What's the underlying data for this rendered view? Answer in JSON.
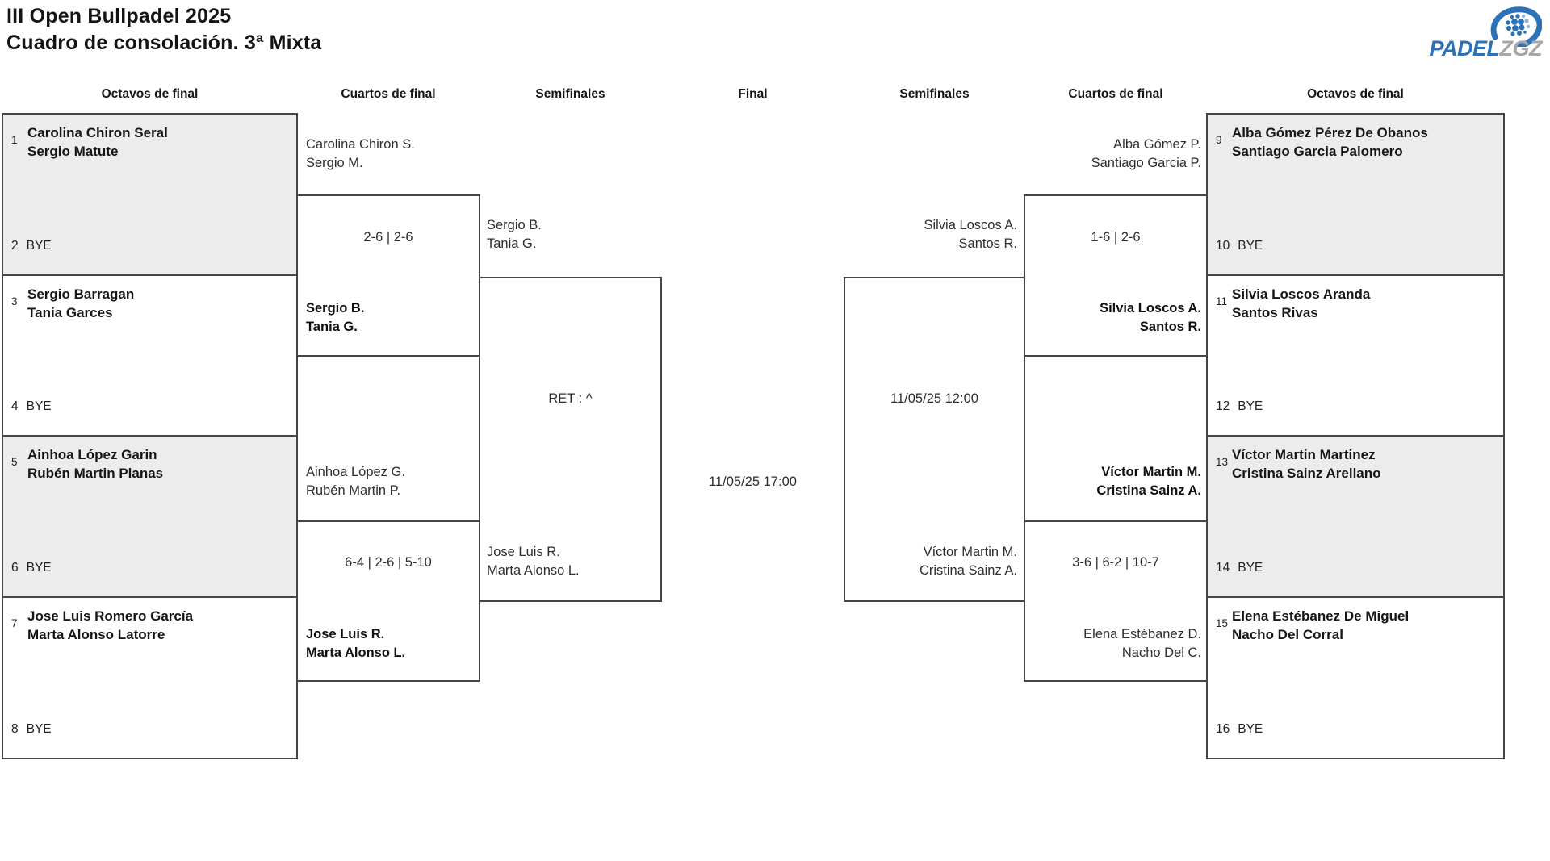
{
  "page": {
    "title": "III Open Bullpadel 2025",
    "subtitle": "Cuadro de consolación. 3ª Mixta"
  },
  "logo": {
    "padel": "PADEL",
    "zgz": "ZGZ"
  },
  "colors": {
    "accent_blue": "#2b72b8",
    "logo_gray": "#a7a7a7",
    "shaded_box": "#ececec",
    "border": "#454545"
  },
  "round_headers": {
    "left_r16": "Octavos de final",
    "left_qf": "Cuartos de final",
    "left_sf": "Semifinales",
    "final": "Final",
    "right_sf": "Semifinales",
    "right_qf": "Cuartos de final",
    "right_r16": "Octavos de final"
  },
  "octavos_left": [
    {
      "seed": "1",
      "player1": "Carolina Chiron Seral",
      "player2": "Sergio Matute",
      "opp_seed": "2",
      "opp": "BYE"
    },
    {
      "seed": "3",
      "player1": "Sergio Barragan",
      "player2": "Tania Garces",
      "opp_seed": "4",
      "opp": "BYE"
    },
    {
      "seed": "5",
      "player1": "Ainhoa López Garin",
      "player2": "Rubén Martin Planas",
      "opp_seed": "6",
      "opp": "BYE"
    },
    {
      "seed": "7",
      "player1": "Jose Luis Romero García",
      "player2": "Marta Alonso Latorre",
      "opp_seed": "8",
      "opp": "BYE"
    }
  ],
  "octavos_right": [
    {
      "seed": "9",
      "player1": "Alba Gómez Pérez De Obanos",
      "player2": "Santiago Garcia Palomero",
      "opp_seed": "10",
      "opp": "BYE"
    },
    {
      "seed": "11",
      "player1": "Silvia Loscos Aranda",
      "player2": "Santos Rivas",
      "opp_seed": "12",
      "opp": "BYE"
    },
    {
      "seed": "13",
      "player1": "Víctor Martin Martinez",
      "player2": "Cristina Sainz Arellano",
      "opp_seed": "14",
      "opp": "BYE"
    },
    {
      "seed": "15",
      "player1": "Elena Estébanez De Miguel",
      "player2": "Nacho Del Corral",
      "opp_seed": "16",
      "opp": "BYE"
    }
  ],
  "cuartos_left": [
    {
      "top1": "Carolina Chiron S.",
      "top2": "Sergio M.",
      "score": "2-6 | 2-6",
      "bottom1": "Sergio B.",
      "bottom2": "Tania G."
    },
    {
      "top1": "Ainhoa López G.",
      "top2": "Rubén Martin P.",
      "score": "6-4 | 2-6 | 5-10",
      "bottom1": "Jose Luis R.",
      "bottom2": "Marta Alonso L."
    }
  ],
  "cuartos_right": [
    {
      "top1": "Alba Gómez P.",
      "top2": "Santiago Garcia P.",
      "score": "1-6 | 2-6",
      "bottom1": "Silvia Loscos A.",
      "bottom2": "Santos R."
    },
    {
      "top1": "Víctor Martin M.",
      "top2": "Cristina Sainz A.",
      "score": "3-6 | 6-2 | 10-7",
      "bottom1": "Elena Estébanez D.",
      "bottom2": "Nacho Del C."
    }
  ],
  "semis_left": {
    "top1": "Sergio B.",
    "top2": "Tania G.",
    "note": "RET : ^",
    "bottom1": "Jose Luis R.",
    "bottom2": "Marta Alonso L."
  },
  "semis_right": {
    "top1": "Silvia Loscos A.",
    "top2": "Santos R.",
    "note": "11/05/25 12:00",
    "bottom1": "Víctor Martin M.",
    "bottom2": "Cristina Sainz A."
  },
  "final": {
    "note": "11/05/25 17:00"
  }
}
